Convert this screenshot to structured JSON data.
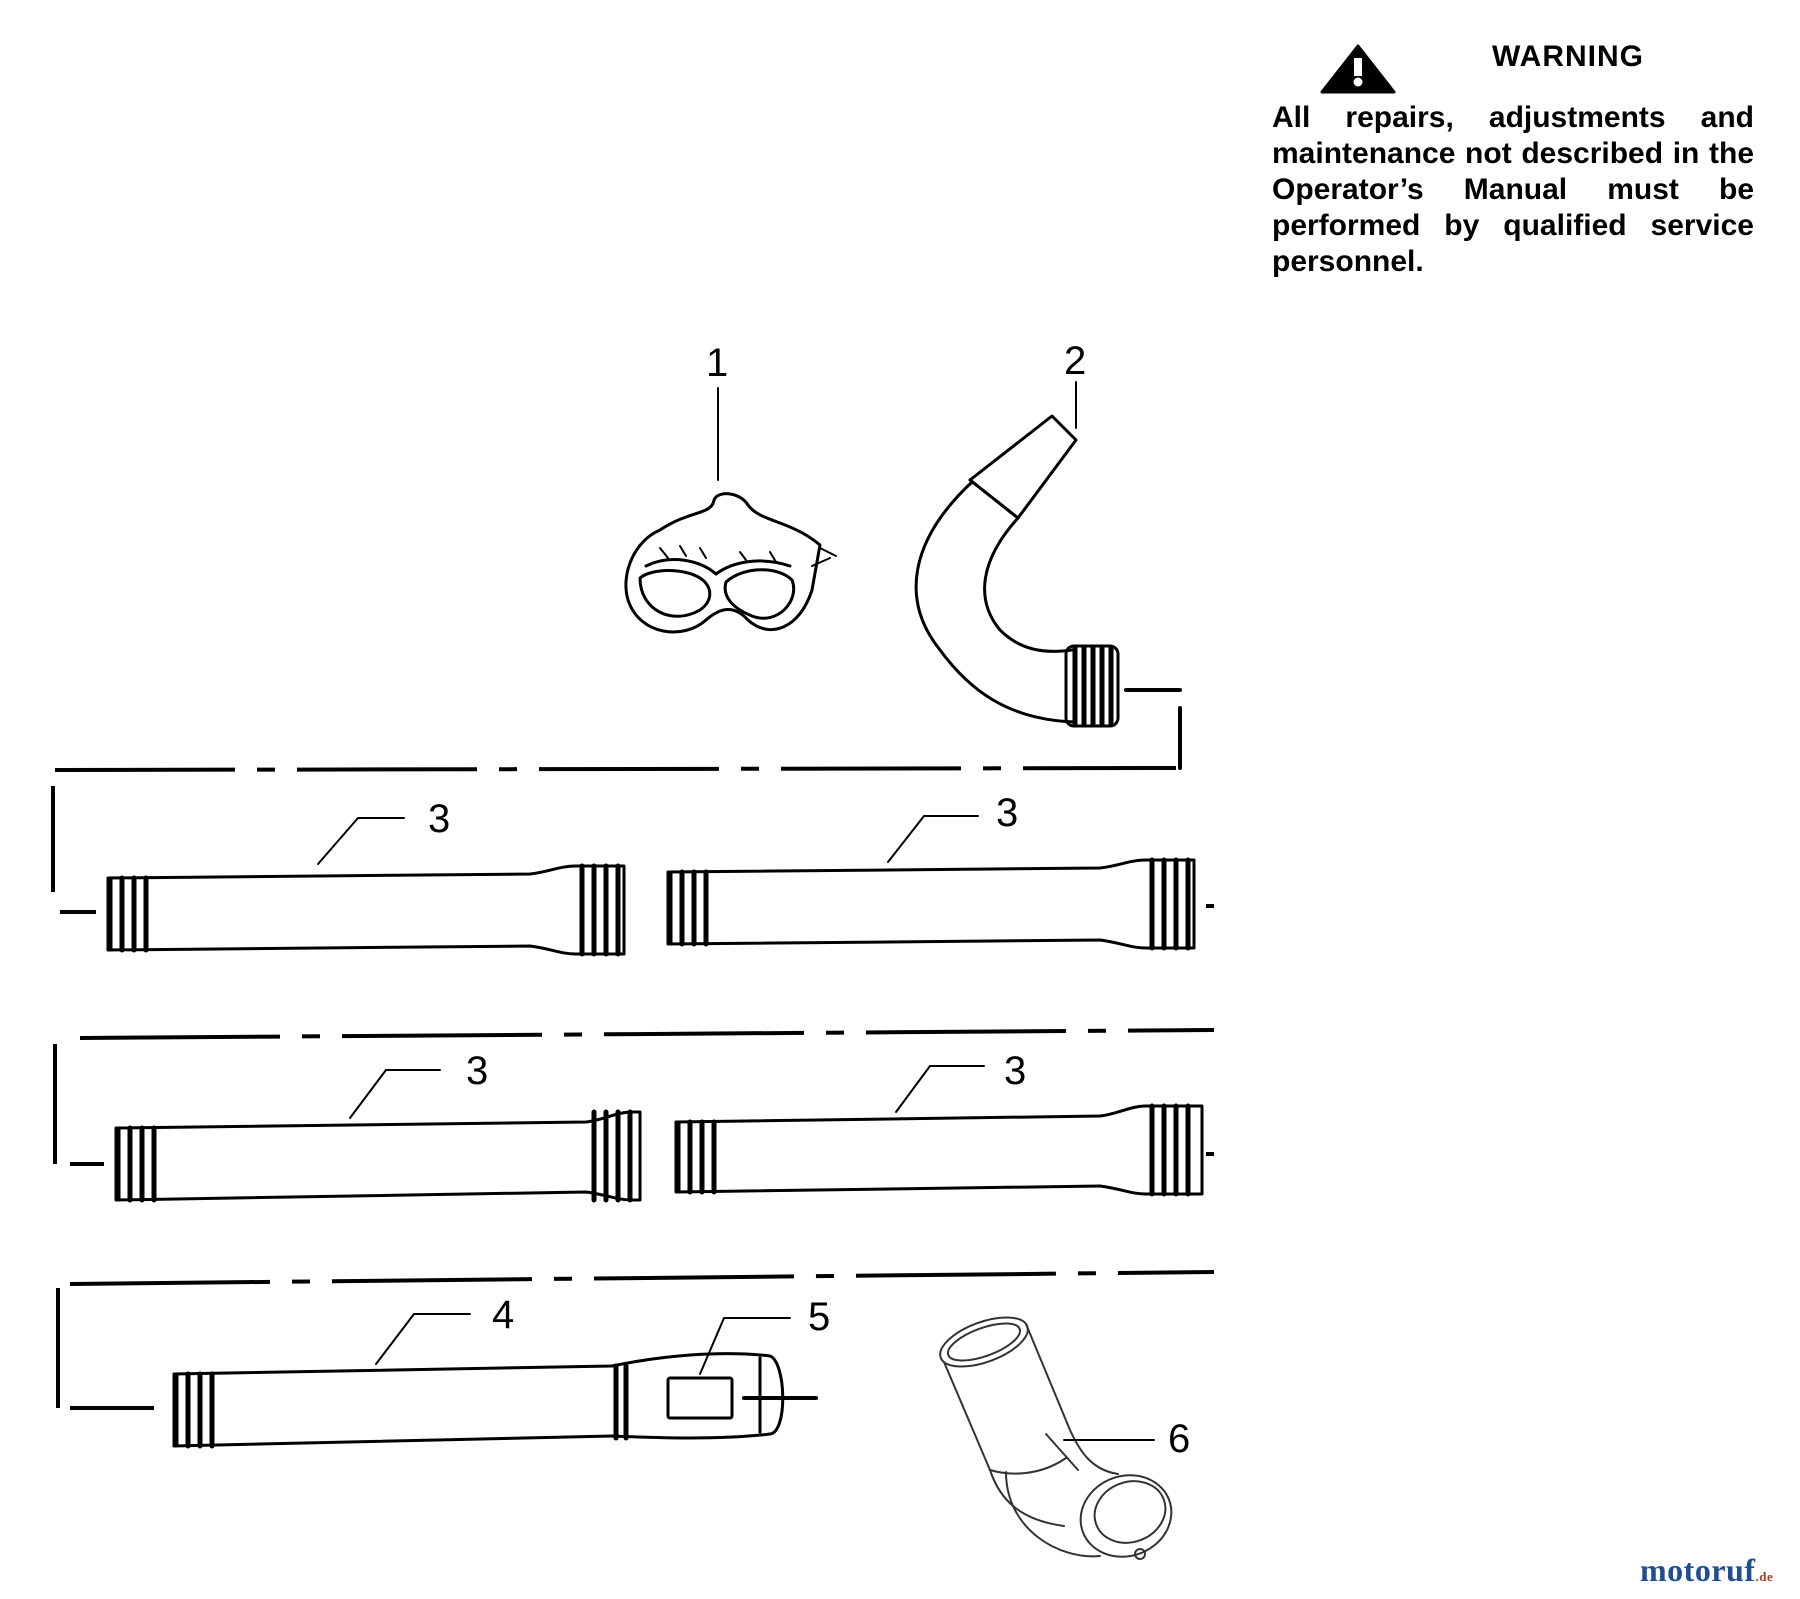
{
  "warning": {
    "title": "WARNING",
    "text": "All repairs, adjustments and maintenance not described in the Operator’s Manual must be performed by qualified service personnel.",
    "icon": "warning-triangle-icon"
  },
  "callouts": {
    "goggles": "1",
    "elbow_tube": "2",
    "tube_a": "3",
    "tube_b": "3",
    "tube_c": "3",
    "tube_d": "3",
    "nozzle_tube": "4",
    "nozzle_insert": "5",
    "gutter_elbow": "6"
  },
  "watermark": {
    "name": "motoruf",
    "tld": ".de"
  }
}
